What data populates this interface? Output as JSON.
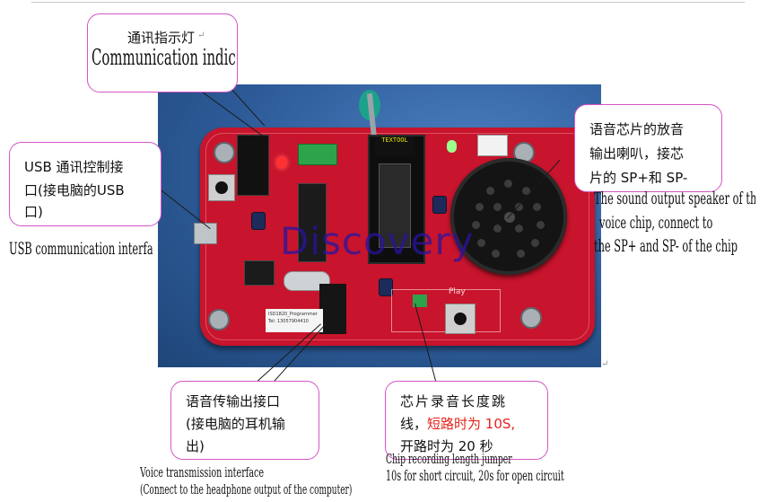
{
  "photo": {
    "watermark": "Discovery",
    "zif_label": "TEXTOOL",
    "play_label": "Play",
    "pcb_label_line1": "ISD1820_Programmer",
    "pcb_label_line2": "Tel: 13057904410"
  },
  "callouts": {
    "indicator": {
      "cn": "通讯指示灯",
      "en": "Communication indicator"
    },
    "usb": {
      "cn_line1": "USB 通讯控制接",
      "cn_line2": "口(接电脑的USB",
      "cn_line3": "口)",
      "en": "USB communication interface"
    },
    "speaker": {
      "cn_line1": "语音芯片的放音",
      "cn_line2": "输出喇叭，接芯",
      "cn_line3": "片的 SP+和 SP-",
      "en_line1": "The sound output speaker of the",
      "en_line2": "voice chip, connect to",
      "en_line3": "the SP+ and SP- of the chip"
    },
    "voice": {
      "cn_line1": "语音传输出接口",
      "cn_line2": "(接电脑的耳机输",
      "cn_line3": "出)",
      "en_line1": "Voice transmission interface",
      "en_line2": "(Connect to the headphone output of the computer)"
    },
    "jumper": {
      "cn_line1": "芯片录音长度跳",
      "cn_line2_black": "线，",
      "cn_line2_red": "短路时为 10S,",
      "cn_line3": "开路时为 20 秒",
      "en_line1": "Chip recording length jumper",
      "en_line2": "10s for short circuit, 20s for open circuit"
    }
  },
  "colors": {
    "callout_border": "#d455c5",
    "board_red": "#c8142c",
    "photo_blue": "#2f5f9e",
    "accent_red_text": "#e5231c"
  }
}
